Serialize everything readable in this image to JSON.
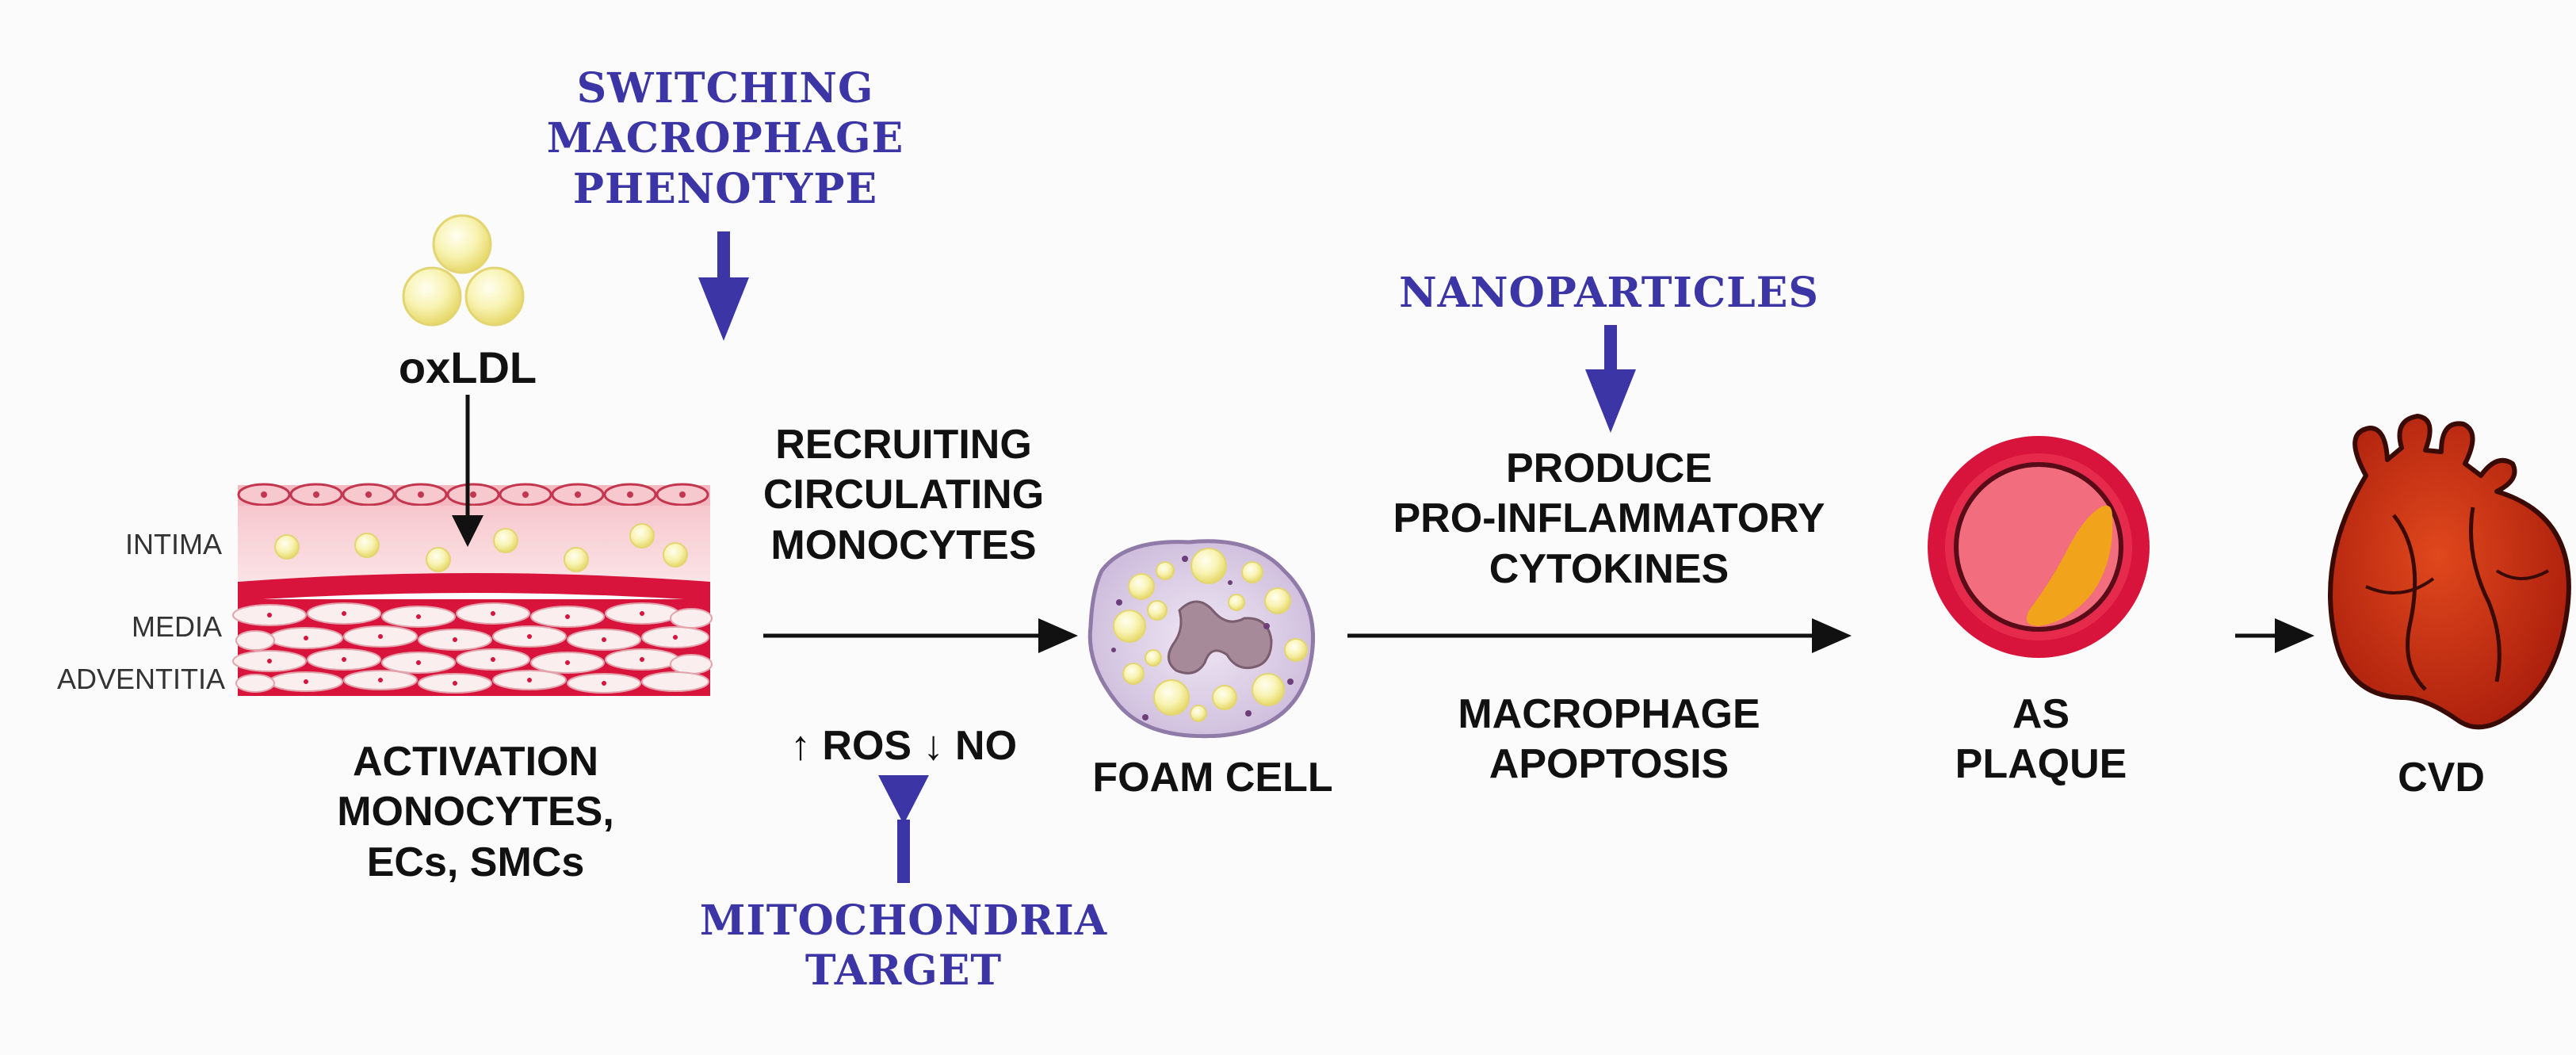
{
  "interventions": {
    "switching": "SWITCHING\nMACROPHAGE\nPHENOTYPE",
    "nanoparticles": "NANOPARTICLES",
    "mitochondria": "MITOCHONDRIA\nTARGET"
  },
  "artery": {
    "oxldl": "oxLDL",
    "layers": [
      "INTIMA",
      "MEDIA",
      "ADVENTITIA"
    ],
    "caption": "ACTIVATION\nMONOCYTES,\nECs, SMCs"
  },
  "step1": {
    "label": "RECRUITING\nCIRCULATING\nMONOCYTES",
    "ros": "↑ ROS ↓ NO"
  },
  "foam_cell": {
    "label": "FOAM CELL"
  },
  "step2": {
    "top": "PRODUCE\nPRO-INFLAMMATORY\nCYTOKINES",
    "bottom": "MACROPHAGE\nAPOPTOSIS"
  },
  "plaque": {
    "label": "AS\nPLAQUE"
  },
  "cvd": {
    "label": "CVD"
  },
  "colors": {
    "intervention_blue": "#3b35a5",
    "vessel_red": "#d8143c",
    "lipid_yellow": "#f6f0a0",
    "foam_purple": "#c9b7d9",
    "plaque_core": "#f0a31b",
    "heart_red": "#c0250f"
  }
}
